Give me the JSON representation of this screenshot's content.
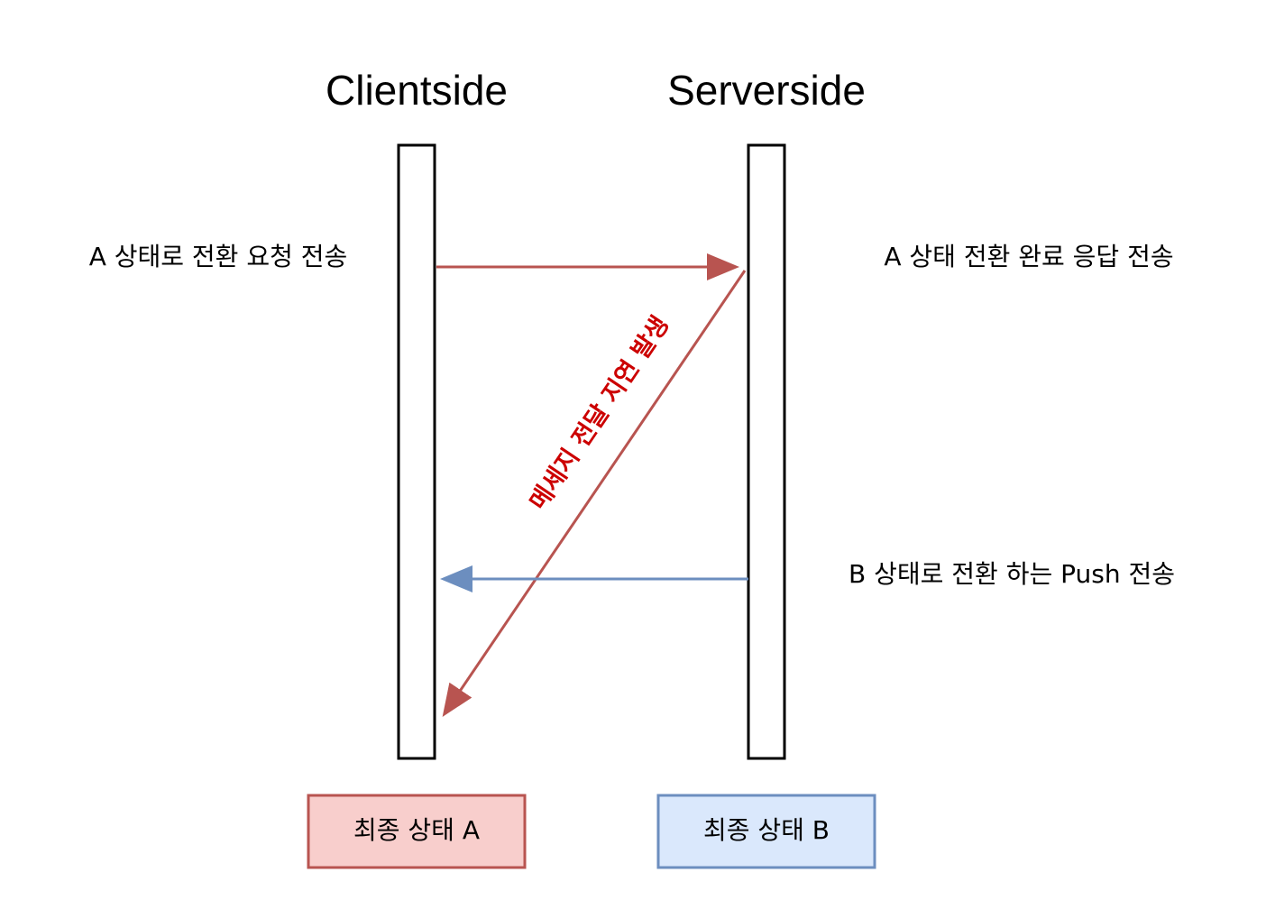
{
  "headers": {
    "client": "Clientside",
    "server": "Serverside"
  },
  "labels": {
    "request": "A 상태로 전환 요청 전송",
    "response": "A 상태 전환 완료 응답 전송",
    "push": "B 상태로 전환 하는 Push 전송",
    "delay": "메세지 전달 지연 발생"
  },
  "final_states": {
    "client": "최종 상태 A",
    "server": "최종 상태 B"
  },
  "colors": {
    "red_arrow": "#b85450",
    "blue_arrow": "#6c8ebf",
    "delay_text": "#cc0000",
    "client_box_fill": "#f8cecc",
    "client_box_stroke": "#b85450",
    "server_box_fill": "#dae8fc",
    "server_box_stroke": "#6c8ebf"
  }
}
